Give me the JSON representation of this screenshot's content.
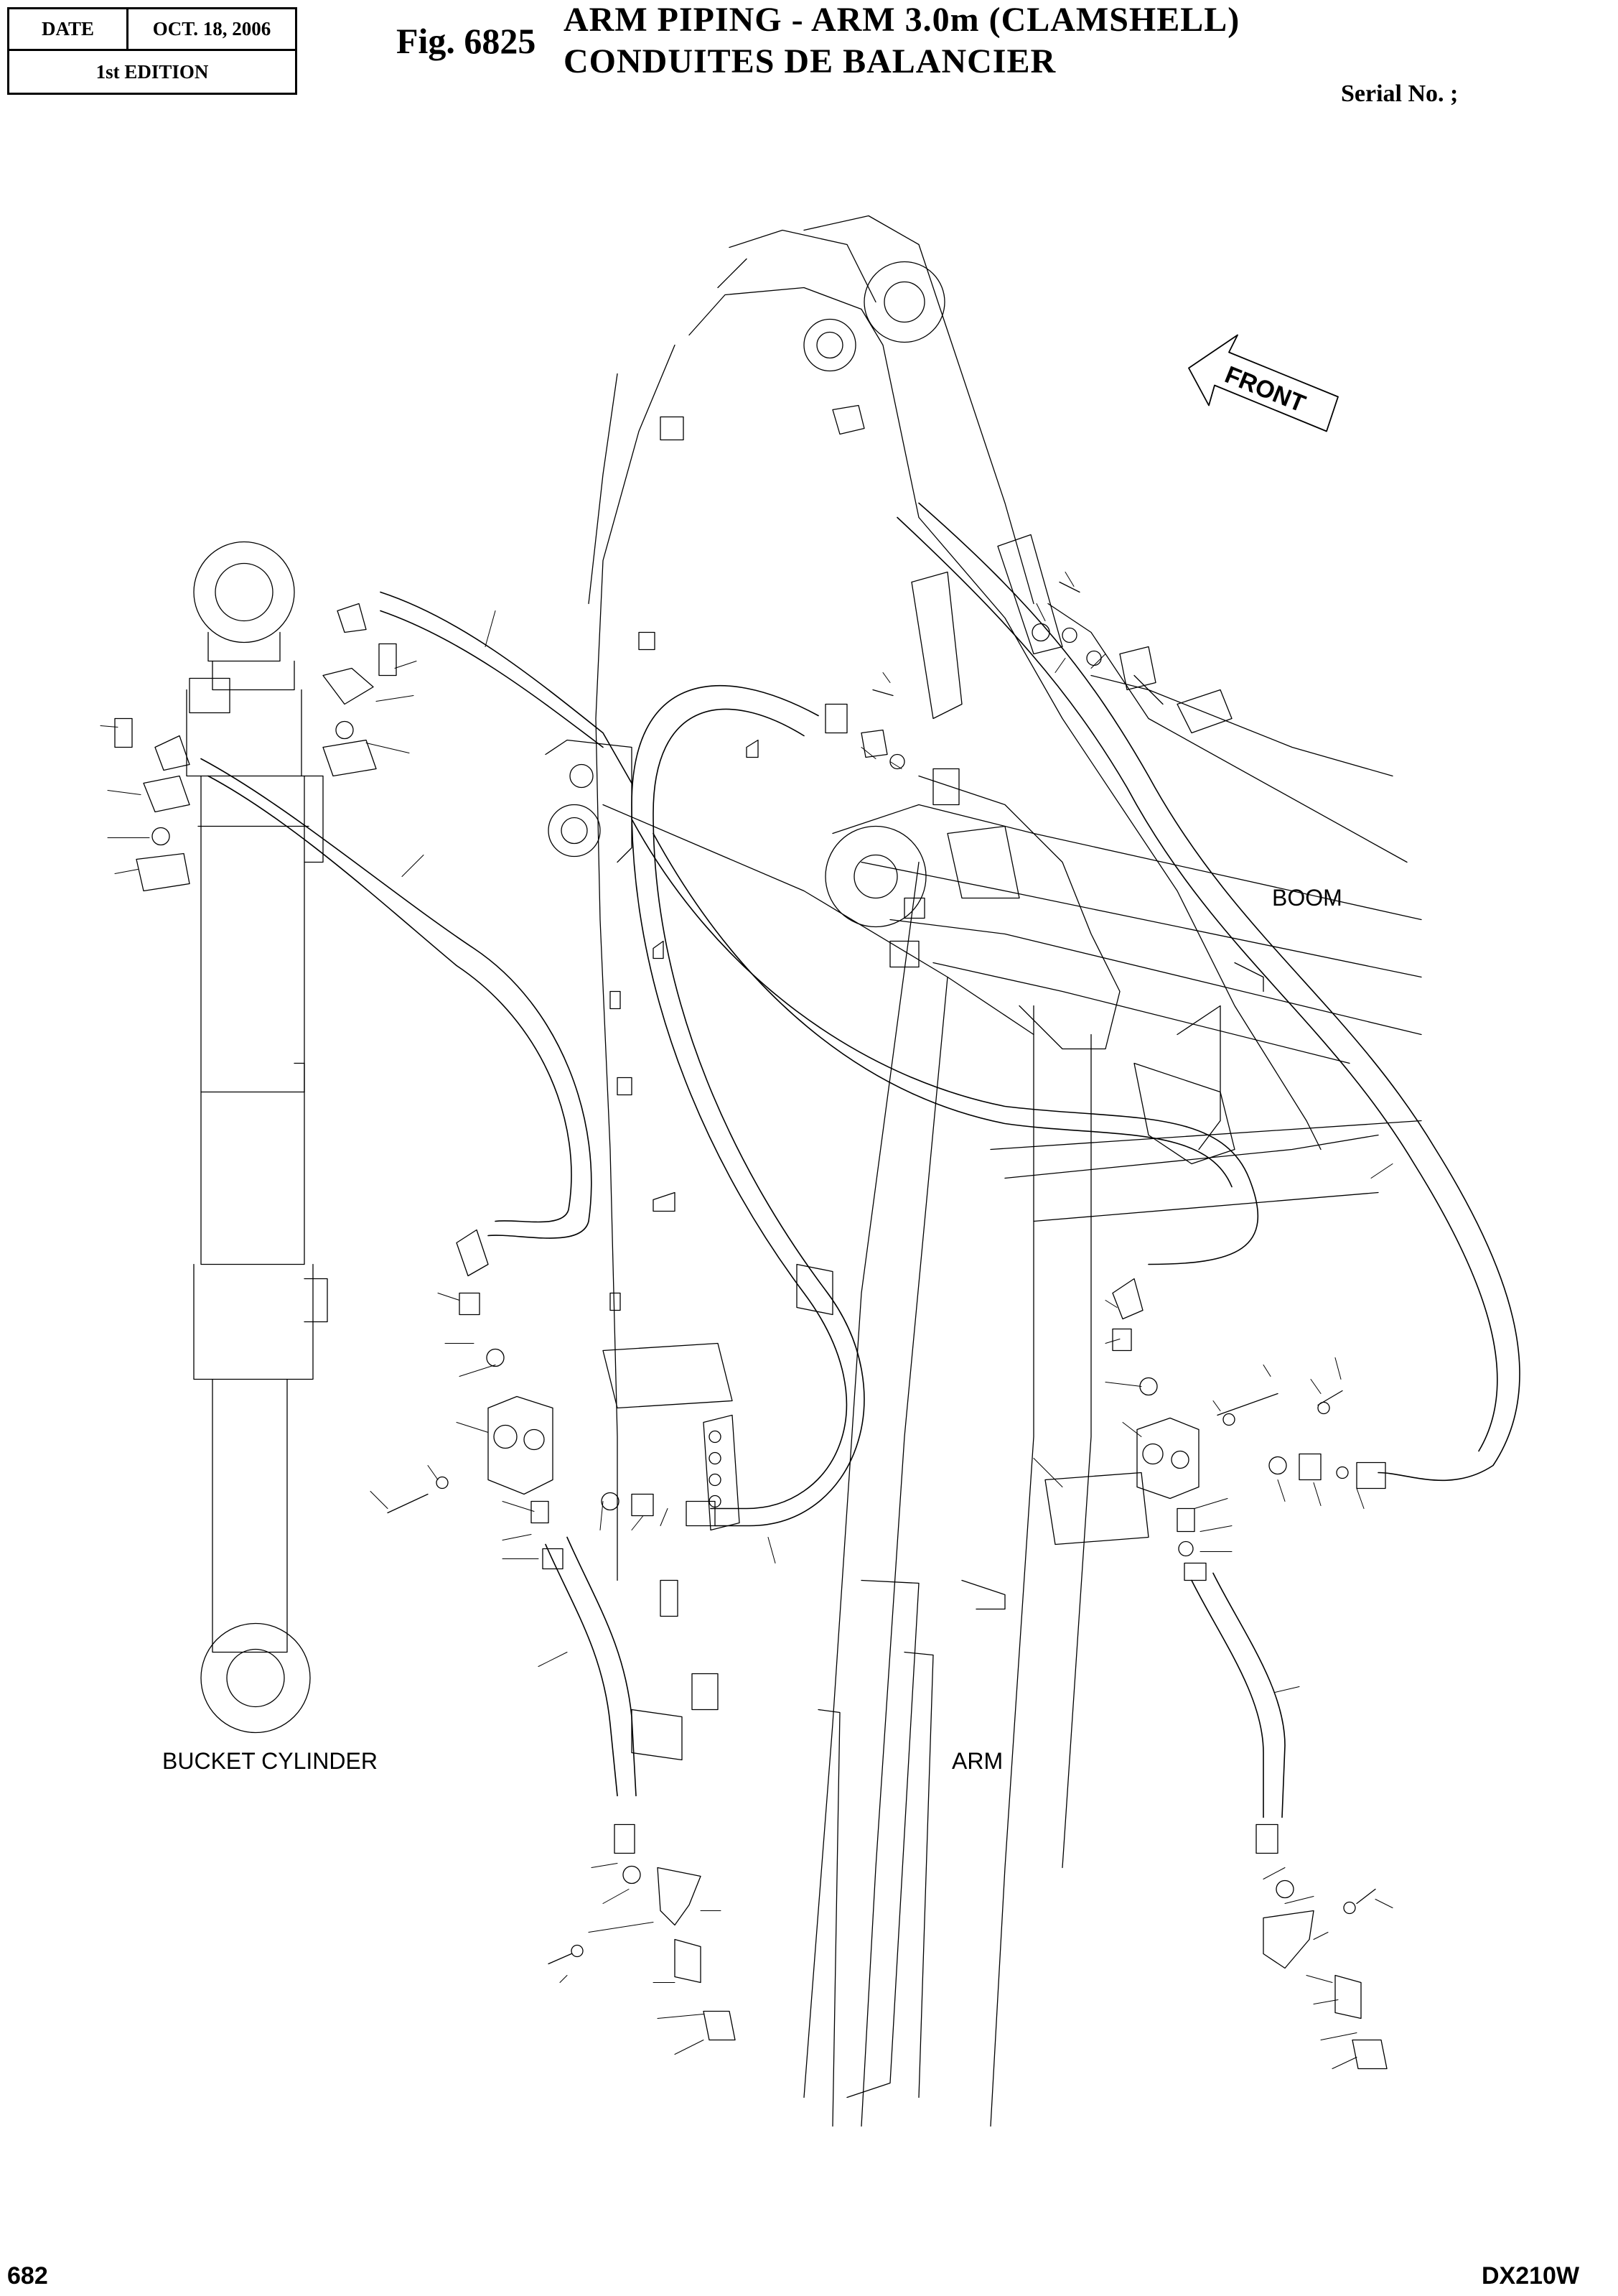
{
  "header": {
    "date_label": "DATE",
    "date_value": "OCT. 18, 2006",
    "edition": "1st EDITION",
    "fig_number": "Fig. 6825",
    "title_line1": "ARM PIPING - ARM 3.0m (CLAMSHELL)",
    "title_line2": "CONDUITES DE BALANCIER",
    "serial": "Serial No. ;"
  },
  "diagram": {
    "front_arrow_label": "FRONT",
    "labels": {
      "boom": "BOOM",
      "bucket_cylinder": "BUCKET CYLINDER",
      "arm": "ARM"
    }
  },
  "footer": {
    "page_number": "682",
    "model": "DX210W"
  }
}
